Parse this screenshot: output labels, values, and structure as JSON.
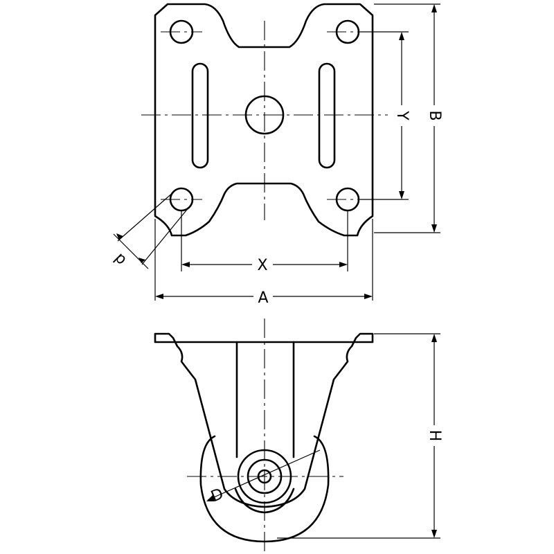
{
  "labels": {
    "a": "A",
    "b": "B",
    "x": "X",
    "y": "Y",
    "h": "H",
    "d_small": "d",
    "d_large": "D"
  }
}
